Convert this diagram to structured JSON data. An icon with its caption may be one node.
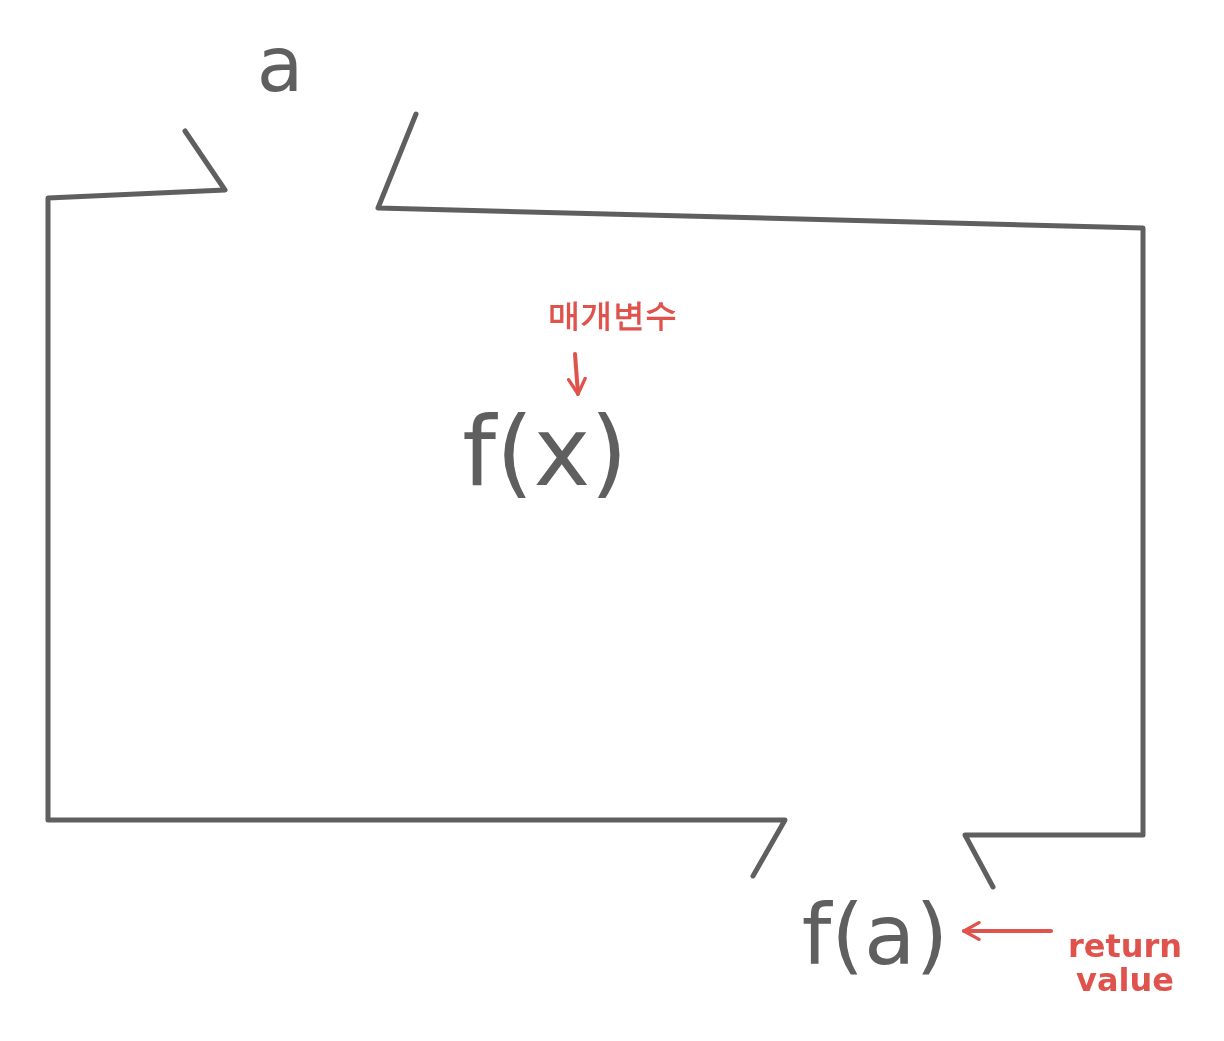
{
  "diagram": {
    "nodes": [
      {
        "text": [
          "a"
        ]
      },
      {
        "text": [],
        "shape": "box"
      },
      {
        "text": [
          "매개변수"
        ],
        "in": 1
      },
      {
        "text": [
          "f(x)"
        ],
        "in": 1
      },
      {
        "text": [
          "f(a)"
        ]
      },
      {
        "text": [
          "return value"
        ]
      }
    ],
    "edges": [
      {
        "from": 2,
        "to": 3,
        "arrow": "to"
      },
      {
        "from": 5,
        "to": 4,
        "arrow": "to"
      }
    ]
  }
}
